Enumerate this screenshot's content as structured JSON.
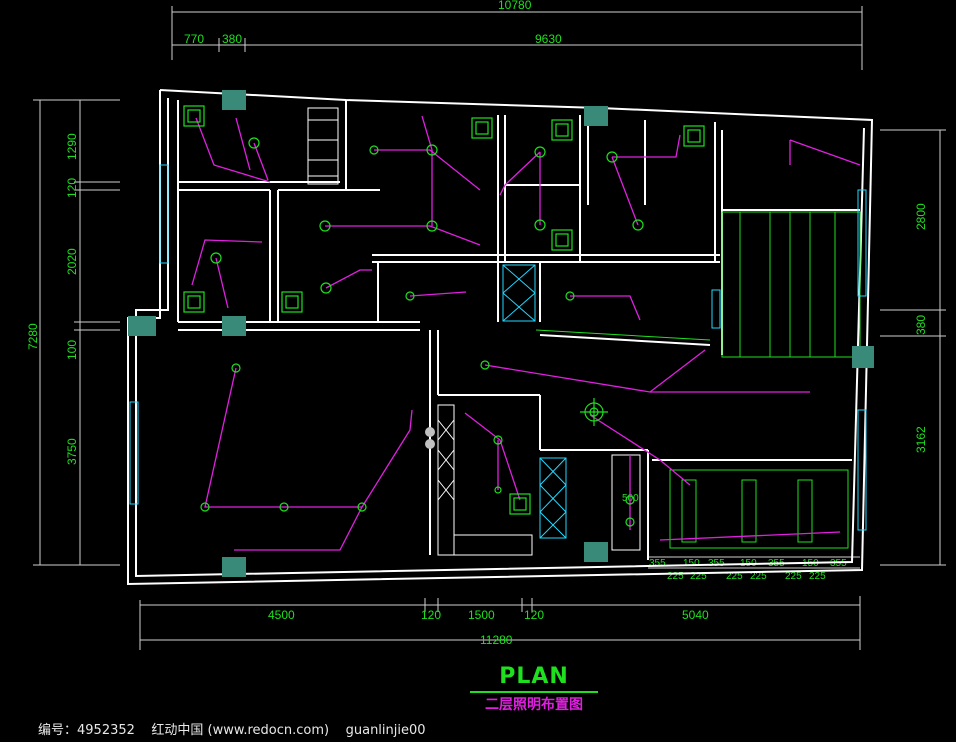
{
  "drawing": {
    "title": "PLAN",
    "subtitle": "二层照明布置图"
  },
  "dimensions": {
    "top_total": "10780",
    "top_left_a": "770",
    "top_left_b": "380",
    "top_right": "9630",
    "left_total": "7280",
    "left_a": "1290",
    "left_b": "120",
    "left_c": "2020",
    "left_d": "100",
    "left_e": "3750",
    "right_a": "2800",
    "right_b": "380",
    "right_c": "3162",
    "bottom_a": "4500",
    "bottom_b": "120",
    "bottom_c": "1500",
    "bottom_d": "120",
    "bottom_e": "5040",
    "bottom_total": "11280",
    "bottom_small": [
      "355",
      "150",
      "355",
      "150",
      "355",
      "150",
      "355"
    ],
    "bottom_small2": [
      "225",
      "225",
      "225",
      "225",
      "225",
      "225"
    ],
    "label_500": "500"
  },
  "footer": {
    "text": "编号：4952352    红动中国 (www.redocn.com)    guanlinjie00"
  },
  "colors": {
    "wall": "#ffffff",
    "dimension": "#1fe01f",
    "wire": "#e020e0",
    "column": "#3a8a7a",
    "fixture": "#1fe01f"
  }
}
